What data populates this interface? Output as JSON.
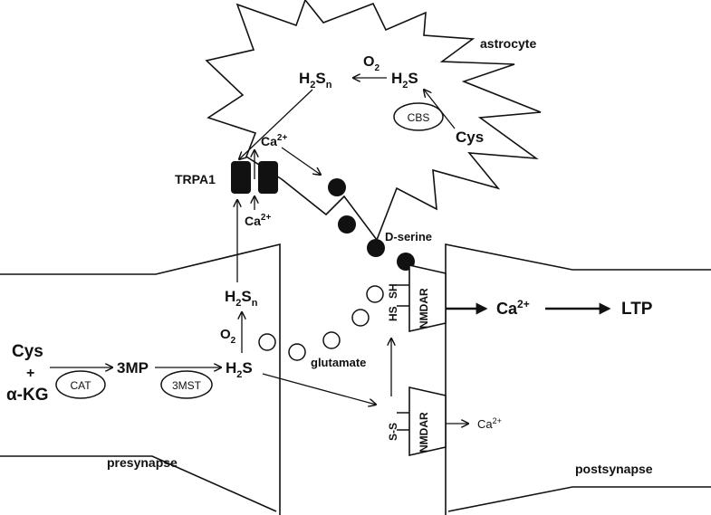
{
  "labels": {
    "astrocyte": "astrocyte",
    "presynapse": "presynapse",
    "postsynapse": "postsynapse",
    "trpa1": "TRPA1",
    "dserine": "D-serine",
    "glutamate": "glutamate",
    "ltp": "LTP",
    "nmdar": "NMDAR"
  },
  "chem": {
    "h2sn_main": "H",
    "h2sn_sub2": "2",
    "h2sn_S": "S",
    "h2sn_subn": "n",
    "o2_O": "O",
    "o2_sub": "2",
    "h2s_H": "H",
    "h2s_sub": "2",
    "h2s_S": "S",
    "cys": "Cys",
    "ca": "Ca",
    "ca_sup": "2+",
    "plus": "+",
    "akg": "α-KG",
    "threemp": "3MP"
  },
  "enzymes": {
    "cbs": "CBS",
    "cat": "CAT",
    "threemst": "3MST"
  },
  "receptor_groups": {
    "sh": "SH",
    "hs": "HS",
    "ss": "S-S"
  }
}
